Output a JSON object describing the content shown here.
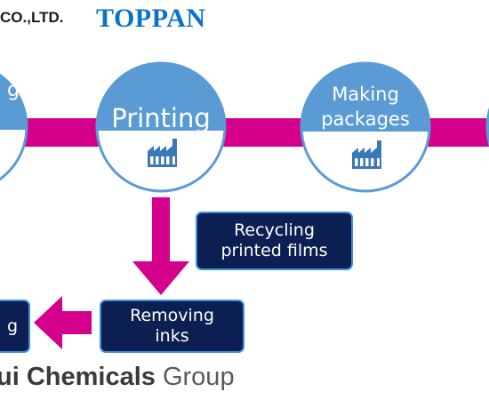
{
  "header": {
    "company_text": "CO.,LTD.",
    "logo": "TOPPAN"
  },
  "steps": [
    {
      "label": "g",
      "icon": "factory-icon"
    },
    {
      "label": "Printing",
      "icon": "factory-icon"
    },
    {
      "label_lines": [
        "Making",
        "packages"
      ],
      "icon": "factory-icon"
    }
  ],
  "boxes": {
    "recycling": "Recycling\nprinted films",
    "removing": "Removing\ninks",
    "partial": "g"
  },
  "footer": {
    "group_bold": "ui Chemicals",
    "group_text": "Group"
  },
  "colors": {
    "arrow": "#d4008c",
    "circle_top": "#5b9bd5",
    "circle_border": "#5b9bd5",
    "box_bg": "#0c1f52",
    "logo": "#0a72c8"
  }
}
